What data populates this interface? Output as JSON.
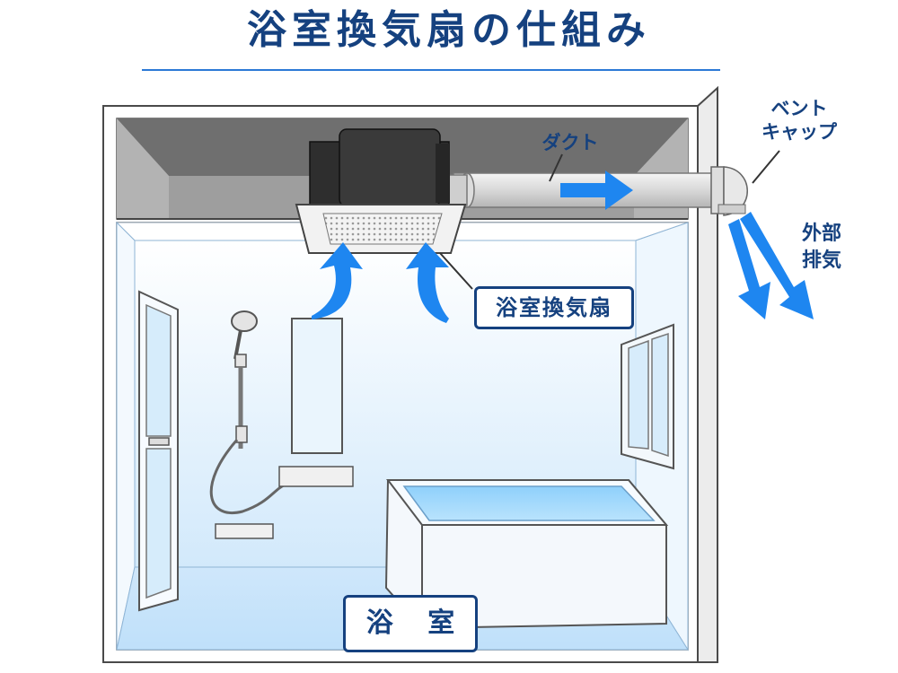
{
  "title": "浴室換気扇の仕組み",
  "labels": {
    "duct": "ダクト",
    "vent_cap": "ベント\nキャップ",
    "exhaust": "外部\n排気",
    "fan": "浴室換気扇",
    "room": "浴 室"
  },
  "colors": {
    "title_text": "#15417f",
    "title_rule": "#2b79d6",
    "airflow_arrow": "#1e86f0",
    "room_tint": "#e3f1fc",
    "ceiling_cavity": "#8f8f8f",
    "fan_body": "#2e2e2e"
  }
}
